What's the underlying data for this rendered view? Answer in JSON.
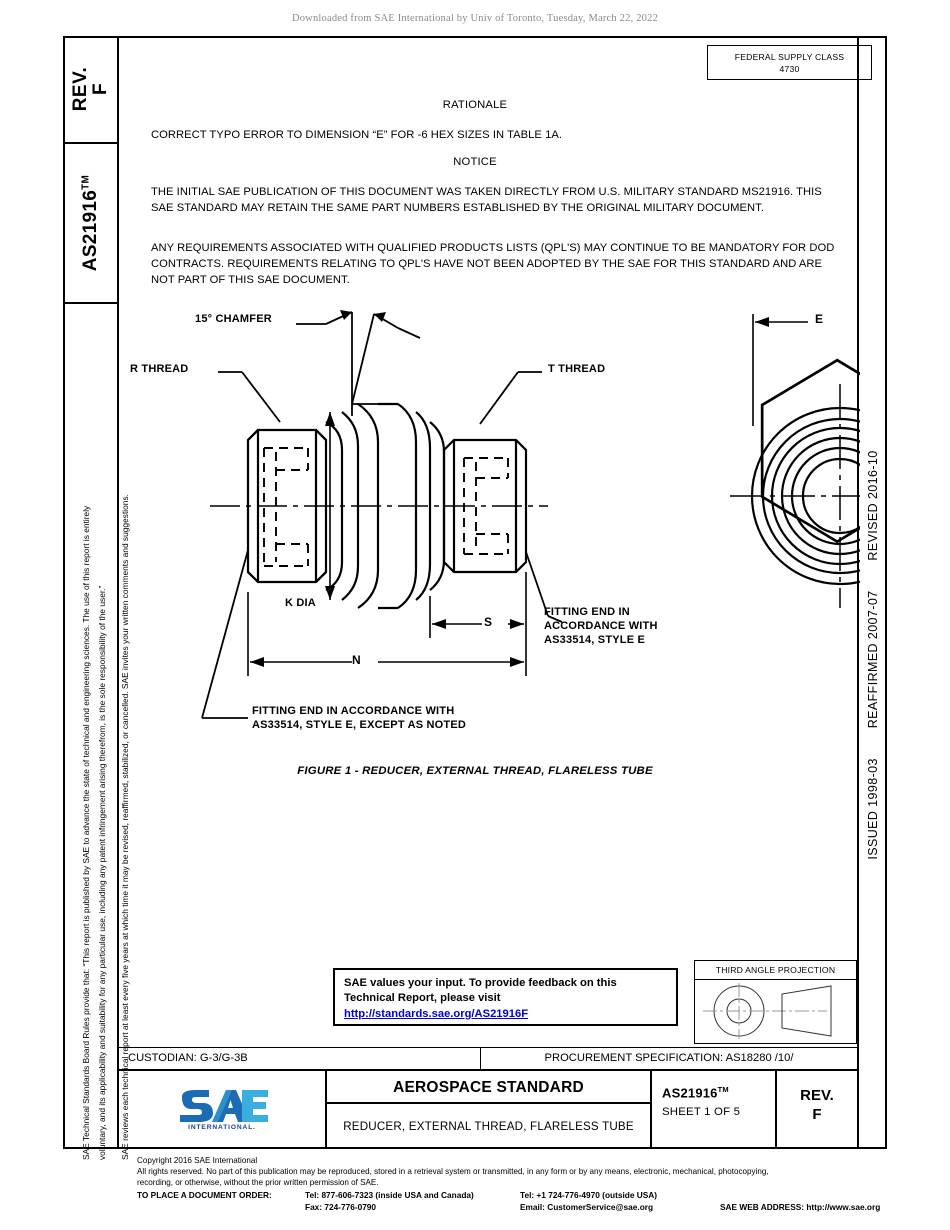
{
  "download_banner": "Downloaded from SAE International by Univ of Toronto, Tuesday, March 22, 2022",
  "left_strip": {
    "rev_label": "REV.",
    "rev_value": "F",
    "doc_number": "AS21916",
    "doc_tm": "TM",
    "disclaimer_line1": "SAE Technical Standards Board Rules provide that: “This report is published by SAE to advance the state of technical and engineering sciences. The use of this report is entirely",
    "disclaimer_line2": "voluntary, and its applicability and suitability for any particular use, including any patent infringement arising therefrom, is the sole responsibility of the user.”",
    "disclaimer_line3": "SAE reviews each technical report at least every five years at which time it may be revised, reaffirmed, stabilized, or cancelled. SAE invites your written comments and suggestions."
  },
  "right_strip": {
    "issued": "ISSUED 1998-03",
    "reaffirmed": "REAFFIRMED 2007-07",
    "revised": "REVISED 2016-10"
  },
  "federal_supply_class": {
    "label": "FEDERAL SUPPLY CLASS",
    "value": "4730"
  },
  "body": {
    "rationale_heading": "RATIONALE",
    "rationale_text": "CORRECT TYPO ERROR TO DIMENSION “E” FOR -6 HEX SIZES IN TABLE 1A.",
    "notice_heading": "NOTICE",
    "notice_para1": "THE INITIAL SAE PUBLICATION OF THIS DOCUMENT WAS TAKEN DIRECTLY FROM U.S. MILITARY STANDARD MS21916. THIS SAE STANDARD MAY RETAIN THE SAME PART NUMBERS ESTABLISHED BY THE ORIGINAL MILITARY DOCUMENT.",
    "notice_para2": "ANY REQUIREMENTS ASSOCIATED WITH QUALIFIED PRODUCTS LISTS (QPL'S) MAY CONTINUE TO BE MANDATORY FOR DOD CONTRACTS. REQUIREMENTS RELATING TO QPL'S HAVE NOT BEEN ADOPTED BY THE SAE FOR THIS STANDARD AND ARE NOT PART OF THIS SAE DOCUMENT."
  },
  "figure": {
    "caption": "FIGURE 1 - REDUCER, EXTERNAL THREAD, FLARELESS TUBE",
    "label_chamfer": "15° CHAMFER",
    "label_r_thread": "R THREAD",
    "label_t_thread": "T THREAD",
    "label_k_dia": "K DIA",
    "label_s": "S",
    "label_n": "N",
    "label_e": "E",
    "label_fitting_right": "FITTING END IN\nACCORDANCE WITH\nAS33514, STYLE E",
    "label_fitting_bottom": "FITTING END IN ACCORDANCE WITH\nAS33514, STYLE E, EXCEPT AS NOTED"
  },
  "feedback": {
    "line1": "SAE values your input. To provide feedback on this",
    "line2": "Technical Report, please visit",
    "url": "http://standards.sae.org/AS21916F"
  },
  "third_angle": {
    "title": "THIRD ANGLE PROJECTION"
  },
  "bottom": {
    "custodian": "CUSTODIAN: G-3/G-3B",
    "procurement": "PROCUREMENT SPECIFICATION: AS18280 /10/",
    "standard_type": "AEROSPACE STANDARD",
    "standard_title": "REDUCER, EXTERNAL THREAD, FLARELESS TUBE",
    "doc_number": "AS21916",
    "doc_tm": "TM",
    "sheet": "SHEET 1 OF 5",
    "rev_label": "REV.",
    "rev_value": "F",
    "logo_text": "SAE",
    "logo_sub": "INTERNATIONAL."
  },
  "footer": {
    "copyright": "Copyright 2016 SAE International",
    "rights_line1": "All rights reserved. No part of this publication may be reproduced, stored in a retrieval system or transmitted, in any form or by any means, electronic, mechanical, photocopying,",
    "rights_line2": "recording, or otherwise, without the prior written permission of SAE.",
    "order_label": "TO PLACE A DOCUMENT ORDER:",
    "tel_inside": "Tel: 877-606-7323 (inside USA and Canada)",
    "tel_outside": "Tel: +1 724-776-4970 (outside USA)",
    "fax": "Fax: 724-776-0790",
    "email": "Email: CustomerService@sae.org",
    "web": "SAE WEB ADDRESS: http://www.sae.org"
  },
  "colors": {
    "link": "#0000d0",
    "logo_light": "#3aaede",
    "logo_dark": "#1b6bb5",
    "banner_gray": "#8a8a8a"
  }
}
